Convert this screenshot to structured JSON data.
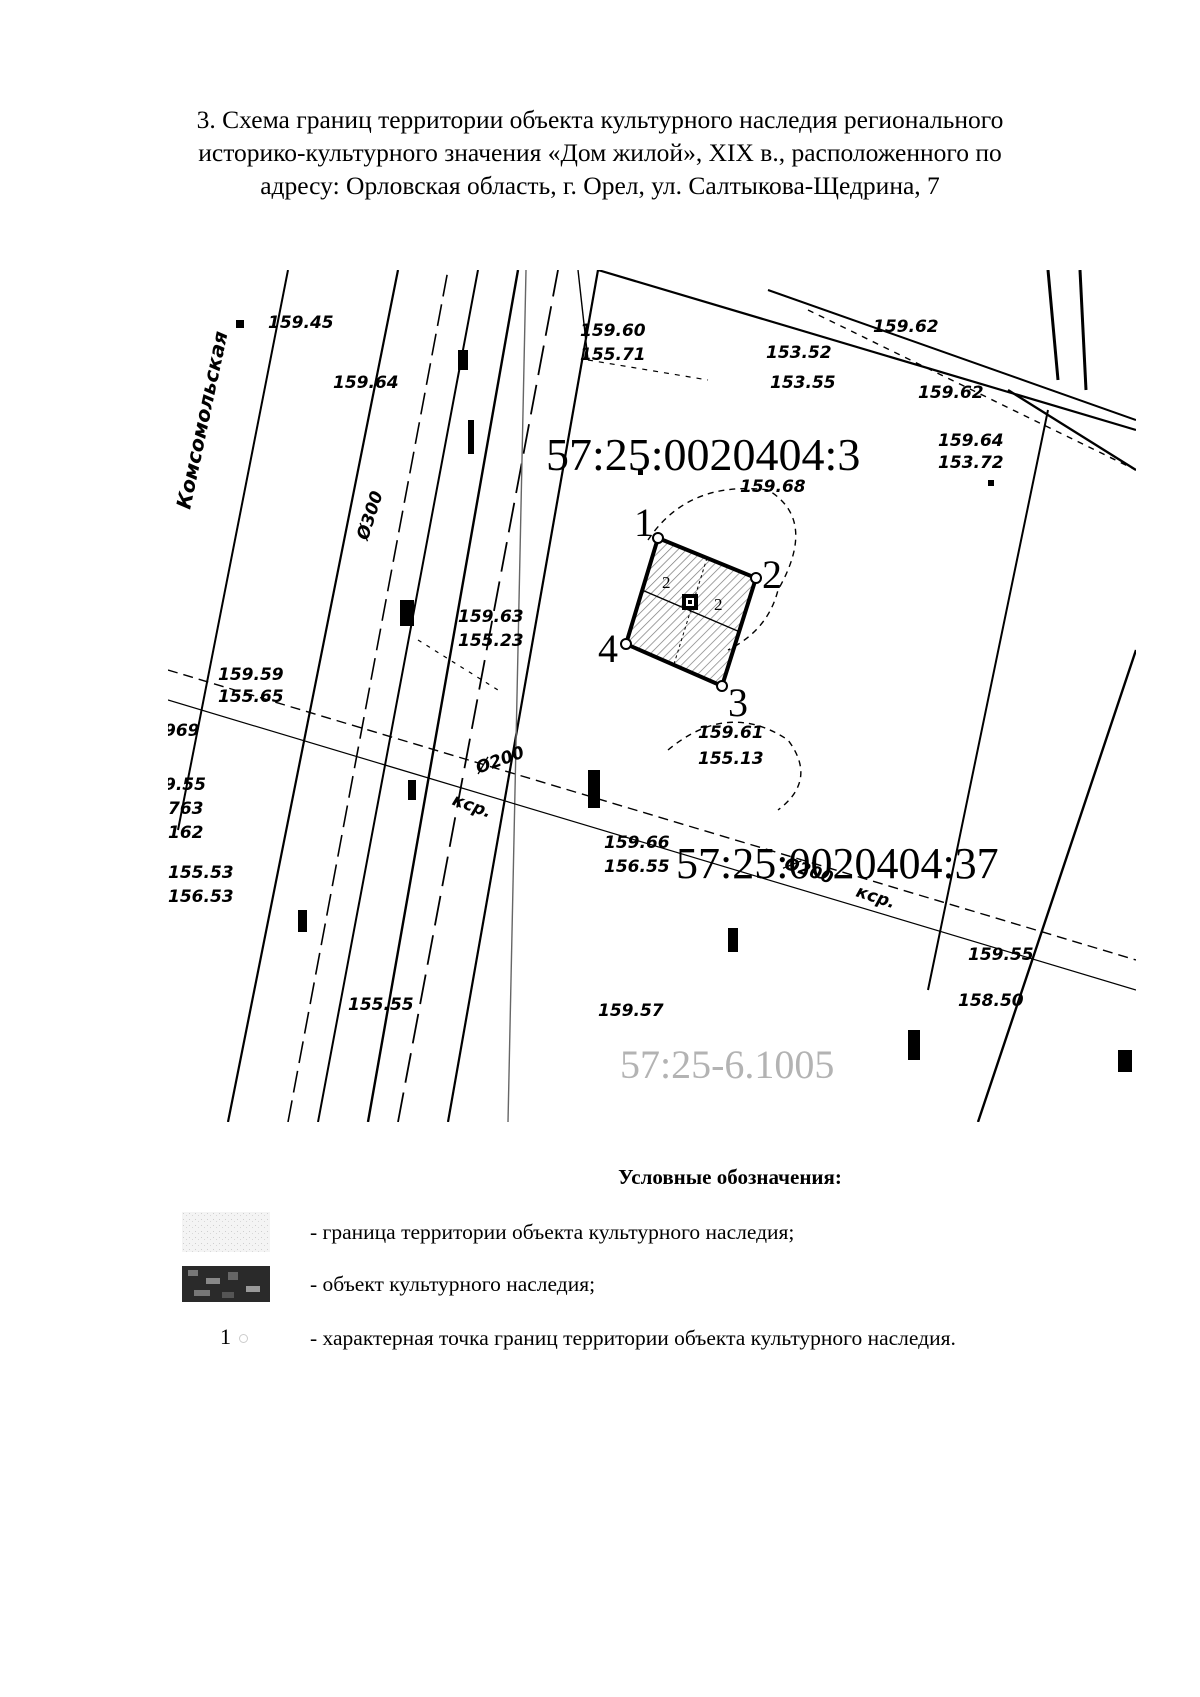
{
  "document": {
    "title_lines": [
      "3. Схема границ территории объекта культурного наследия регионального",
      "историко-культурного значения «Дом жилой», XIX в., расположенного по",
      "адресу: Орловская область, г. Орел, ул. Салтыкова-Щедрина, 7"
    ]
  },
  "map": {
    "cadastral_labels": {
      "quarter_top": "57:25:0020404:3",
      "quarter_main": "57:25:0020404:37",
      "zone": "57:25-6.1005"
    },
    "boundary_points": [
      {
        "id": "1"
      },
      {
        "id": "2"
      },
      {
        "id": "3"
      },
      {
        "id": "4"
      }
    ],
    "dimension_labels": [
      "2",
      "2"
    ],
    "street_label": "Комсомольская",
    "elevation_marks": [
      "159.45",
      "159.64",
      "159.60",
      "155.71",
      "153.52",
      "159.62",
      "153.55",
      "159.62",
      "159.64",
      "153.72",
      "159.68",
      "159.63",
      "155.23",
      "159.59",
      "155.65",
      "969",
      "9.55",
      "763",
      "162",
      "155.53",
      "156.53",
      "159.66",
      "156.55",
      "159.61",
      "155.13",
      "159.55",
      "155.55",
      "158.50",
      "159.57",
      "Ø300",
      "Ø200",
      "кср.",
      "Ø200",
      "кср."
    ]
  },
  "legend": {
    "title": "Условные обозначения:",
    "items": [
      {
        "key": "boundary",
        "text": "- граница территории объекта культурного наследия;"
      },
      {
        "key": "object",
        "text": "- объект культурного наследия;"
      },
      {
        "key": "point",
        "swatch_label": "1",
        "text": "- характерная точка границ территории объекта культурного наследия."
      }
    ]
  },
  "colors": {
    "ink": "#000000",
    "paper": "#ffffff",
    "map_gray": "#9a9a9a",
    "boundary_fill": "#e6e6e6"
  }
}
